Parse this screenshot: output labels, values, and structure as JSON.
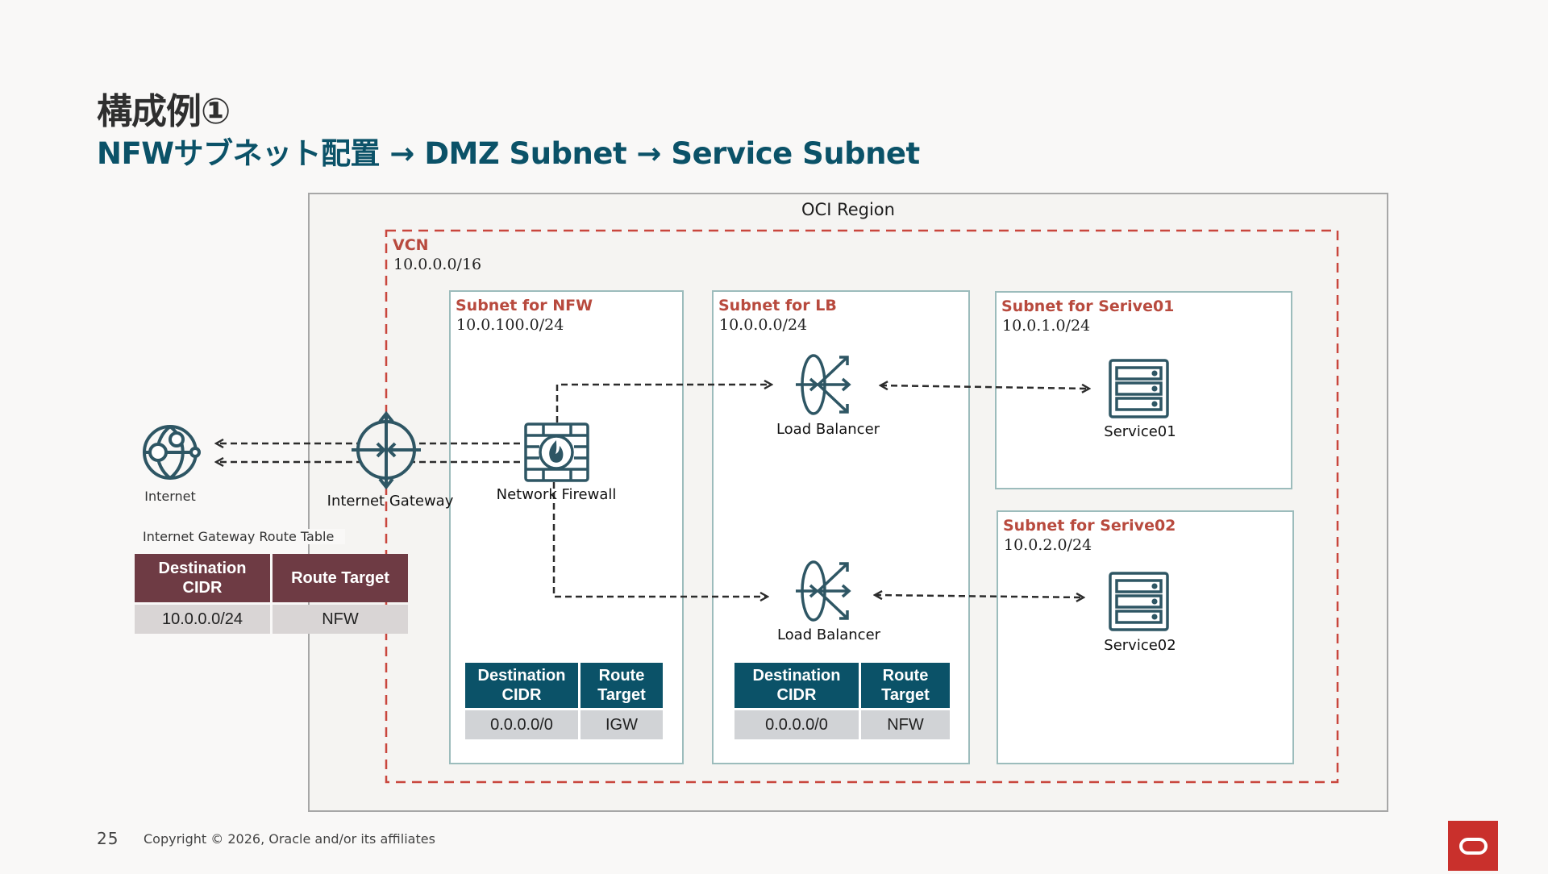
{
  "slide": {
    "title": "構成例①",
    "subtitle": "NFWサブネット配置 → DMZ Subnet → Service Subnet",
    "page_number": "25",
    "copyright": "Copyright © 2026, Oracle and/or its affiliates"
  },
  "diagram": {
    "region_label": "OCI Region",
    "vcn": {
      "name": "VCN",
      "cidr": "10.0.0.0/16"
    },
    "subnets": [
      {
        "name": "Subnet for NFW",
        "cidr": "10.0.100.0/24"
      },
      {
        "name": "Subnet for LB",
        "cidr": "10.0.0.0/24"
      },
      {
        "name": "Subnet for Serive01",
        "cidr": "10.0.1.0/24"
      },
      {
        "name": "Subnet for Serive02",
        "cidr": "10.0.2.0/24"
      }
    ],
    "nodes": {
      "internet": "Internet",
      "internet_gateway": "Internet Gateway",
      "network_firewall": "Network Firewall",
      "load_balancer_1": "Load Balancer",
      "load_balancer_2": "Load Balancer",
      "service01": "Service01",
      "service02": "Service02"
    },
    "icons": {
      "internet": "globe-network-icon",
      "internet_gateway": "internet-gateway-icon",
      "network_firewall": "firewall-icon",
      "load_balancer": "load-balancer-icon",
      "service": "server-icon"
    },
    "route_tables": {
      "igw": {
        "label": "Internet Gateway Route Table",
        "headers": [
          "Destination CIDR",
          "Route Target"
        ],
        "rows": [
          [
            "10.0.0.0/24",
            "NFW"
          ]
        ]
      },
      "nfw": {
        "headers": [
          "Destination CIDR",
          "Route Target"
        ],
        "rows": [
          [
            "0.0.0.0/0",
            "IGW"
          ]
        ]
      },
      "lb": {
        "headers": [
          "Destination CIDR",
          "Route Target"
        ],
        "rows": [
          [
            "0.0.0.0/0",
            "NFW"
          ]
        ]
      }
    }
  },
  "colors": {
    "title": "#2f2f2f",
    "subtitle": "#0b5268",
    "subnet_label": "#b84a3e",
    "vcn_border": "#c9463d",
    "subnet_border": "#9cbcbc",
    "icon": "#2e5664",
    "table_header_teal": "#0b5268",
    "table_header_maroon": "#6e3b44",
    "oracle_red": "#c9302c"
  }
}
